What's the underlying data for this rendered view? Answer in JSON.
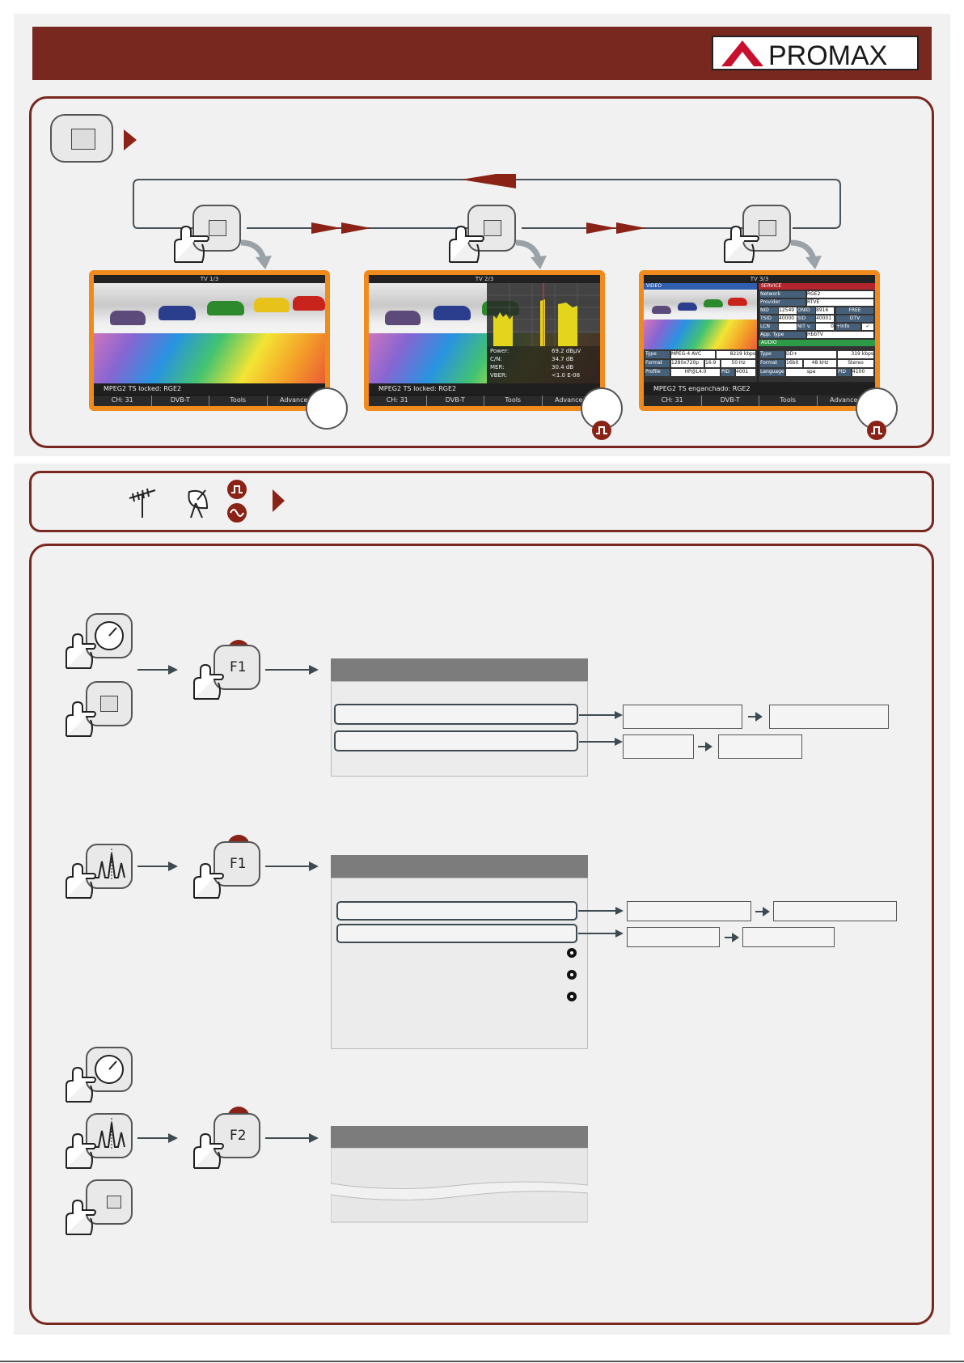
{
  "brand": {
    "name": "PROMAX",
    "accent": "#78281f",
    "screen_frame": "#f18a1c"
  },
  "screens": [
    {
      "title": "TV 1/3",
      "status_text": "MPEG2 TS locked: RGE2",
      "menu": [
        "CH: 31",
        "DVB-T",
        "Tools",
        "Advanced"
      ]
    },
    {
      "title": "TV 2/3",
      "status_text": "MPEG2 TS locked: RGE2",
      "menu": [
        "CH: 31",
        "DVB-T",
        "Tools",
        "Advanced"
      ],
      "measures": [
        {
          "label": "Power:",
          "value": "69.2 dBµV"
        },
        {
          "label": "C/N:",
          "value": "34.7 dB"
        },
        {
          "label": "MER:",
          "value": "30.4 dB"
        },
        {
          "label": "VBER:",
          "value": "<1.0 E-08"
        }
      ]
    },
    {
      "title": "TV 3/3",
      "status_text": "MPEG2 TS enganchado: RGE2",
      "menu": [
        "CH: 31",
        "DVB-T",
        "Tools",
        "Advanced"
      ],
      "video_label": "VIDEO",
      "service_label": "SERVICE",
      "audio_label": "AUDIO",
      "service": {
        "network_label": "Network",
        "network": "RGE2",
        "provider_label": "Provider",
        "provider": "RTVE",
        "nid_label": "NID",
        "nid": "12549",
        "onid_label": "ONID",
        "onid": "8916",
        "free": "FREE",
        "tsid_label": "TSID",
        "tsid": "40000",
        "sid_label": "SID",
        "sid": "40001",
        "dtv": "DTV",
        "lcn_label": "LCN",
        "nitv_label": "NIT v.",
        "nitv": "0",
        "info": "+Info",
        "apptype_label": "App. Type",
        "apptype": "HbbTV"
      },
      "video": {
        "type_label": "Type",
        "type": "MPEG-4 AVC",
        "rate": "8219 kbps",
        "format_label": "Format",
        "format": "1280x720p",
        "aspect": "16:9",
        "hz": "50 Hz",
        "profile_label": "Profile",
        "profile": "HP@L4.0",
        "pid_label": "PID",
        "pid": "4001"
      },
      "audio": {
        "type_label": "Type",
        "type": "DD+",
        "rate": "319 kbps",
        "format_label": "Format",
        "bits": "16bit",
        "khz": "48 kHz",
        "mode": "Stereo",
        "lang_label": "Language",
        "lang": "spa",
        "pid_label": "PID",
        "pid": "4100"
      }
    }
  ],
  "keys": {
    "f1": "F1",
    "f2": "F2"
  }
}
